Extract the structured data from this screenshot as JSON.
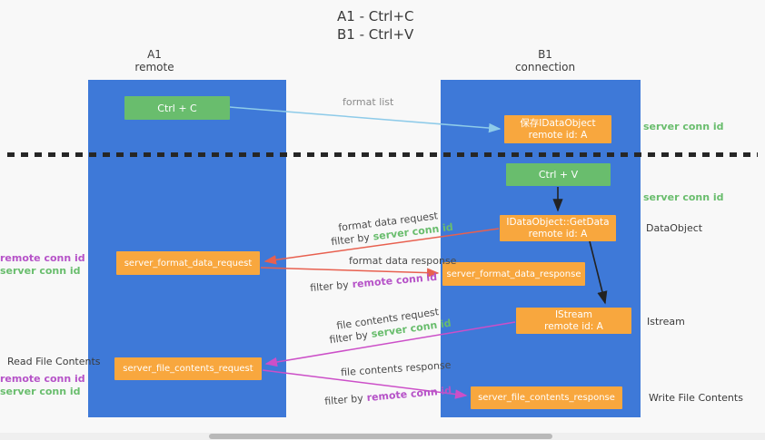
{
  "title": {
    "line1": "A1 - Ctrl+C",
    "line2": "B1 - Ctrl+V"
  },
  "lanes": {
    "left": {
      "name": "A1",
      "subtitle": "remote"
    },
    "right": {
      "name": "B1",
      "subtitle": "connection"
    }
  },
  "nodes": {
    "ctrl_c": {
      "label": "Ctrl + C"
    },
    "save_idataobject": {
      "line1": "保存IDataObject",
      "line2": "remote id: A"
    },
    "ctrl_v": {
      "label": "Ctrl + V"
    },
    "getdata": {
      "line1": "IDataObject::GetData",
      "line2": "remote id: A"
    },
    "format_request": {
      "label": "server_format_data_request"
    },
    "format_response": {
      "label": "server_format_data_response"
    },
    "istream": {
      "line1": "IStream",
      "line2": "remote id: A"
    },
    "file_request": {
      "label": "server_file_contents_request"
    },
    "file_response": {
      "label": "server_file_contents_response"
    }
  },
  "arrow_labels": {
    "format_list": "format list",
    "format_data_request": "format data request",
    "format_data_response": "format data response",
    "file_contents_request": "file contents request",
    "file_contents_response": "file contents response",
    "filter_1": {
      "prefix": "filter by",
      "value": "server conn id"
    },
    "filter_2": {
      "prefix": "filter by",
      "value": "remote conn id"
    },
    "filter_3": {
      "prefix": "filter by",
      "value": "server conn id"
    },
    "filter_4": {
      "prefix": "filter by",
      "value": "remote conn id"
    }
  },
  "side_labels": {
    "right_server_conn_1": "server conn id",
    "right_server_conn_2": "server conn id",
    "dataobject": "DataObject",
    "istream": "Istream",
    "write_file_contents": "Write File Contents",
    "left_remote_conn_1": "remote conn id",
    "left_server_conn_1": "server conn id",
    "read_file_contents": "Read File Contents",
    "left_remote_conn_2": "remote conn id",
    "left_server_conn_2": "server conn id"
  },
  "colors": {
    "lane_blue": "#3e79d8",
    "node_green": "#69bd6d",
    "node_orange": "#f8a73e",
    "green_label": "#69bd6d",
    "purple_label": "#b653c8",
    "red_arrow": "#e8604f",
    "magenta_arrow": "#cc4fc8",
    "light_blue_arrow": "#8ecbe9",
    "black_arrow": "#222222"
  }
}
